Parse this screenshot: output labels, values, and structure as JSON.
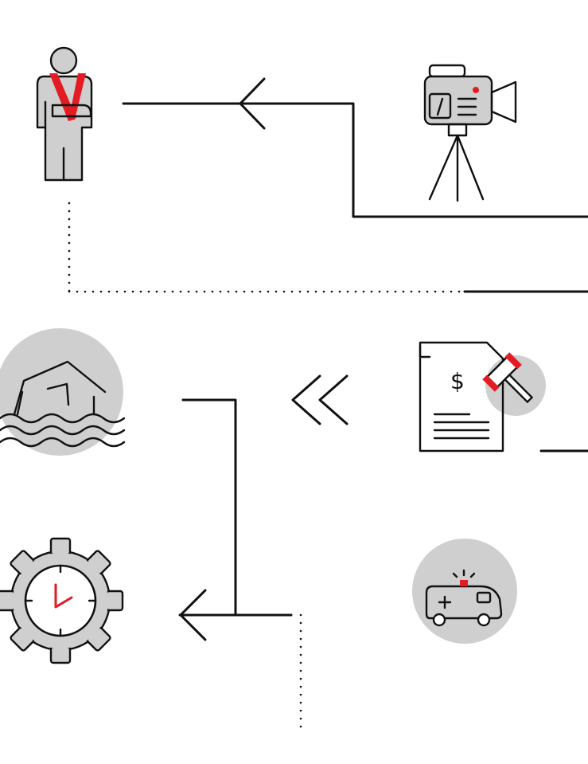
{
  "diagram": {
    "nodes": [
      {
        "id": "injured-person",
        "icon": "injured-person-arm-sling-icon"
      },
      {
        "id": "video-camera",
        "icon": "video-camera-tripod-icon"
      },
      {
        "id": "flooded-house",
        "icon": "flooded-house-icon"
      },
      {
        "id": "legal-bill",
        "icon": "legal-bill-gavel-icon"
      },
      {
        "id": "gear-clock",
        "icon": "gear-clock-icon"
      },
      {
        "id": "ambulance",
        "icon": "ambulance-icon"
      }
    ],
    "glyphs": {
      "currency": "$"
    },
    "colors": {
      "accent": "#e31b23",
      "line": "#111111",
      "fill": "#cfcfcf",
      "background": "#ffffff"
    }
  }
}
